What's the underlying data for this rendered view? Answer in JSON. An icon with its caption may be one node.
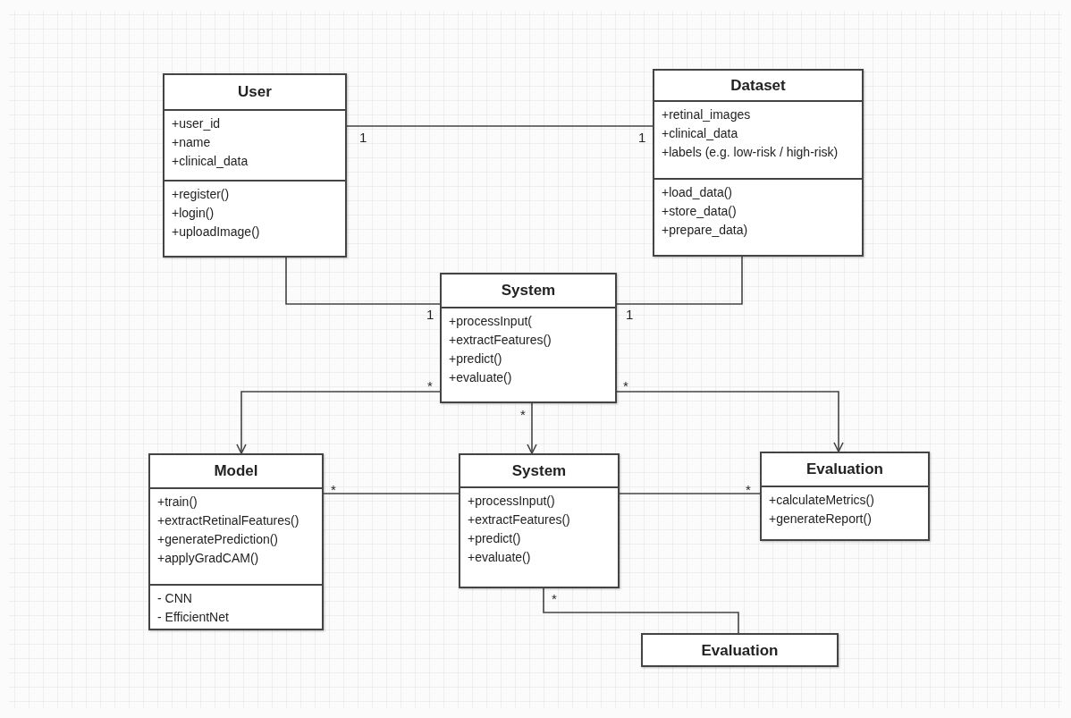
{
  "diagram": {
    "nodes": [
      {
        "text": [
          "User"
        ]
      },
      {
        "text": [
          "+user_id",
          "+name",
          "+clinical_data"
        ],
        "in": 0
      },
      {
        "text": [
          "+register()",
          "+login()",
          "+uploadImage()"
        ],
        "in": 0
      },
      {
        "text": [
          "Dataset"
        ]
      },
      {
        "text": [
          "+retinal_images",
          "+clinical_data",
          "+labels (e.g. low-risk / high-risk)"
        ],
        "in": 3
      },
      {
        "text": [
          "+load_data()",
          "+store_data()",
          "+prepare_data)"
        ],
        "in": 3
      },
      {
        "text": [
          "System"
        ]
      },
      {
        "text": [
          "+processInput(",
          "+extractFeatures()",
          "+predict()",
          "+evaluate()"
        ],
        "in": 6
      },
      {
        "text": [
          "Model"
        ]
      },
      {
        "text": [
          "+train()",
          "+extractRetinalFeatures()",
          "+generatePrediction()",
          "+applyGradCAM()"
        ],
        "in": 8
      },
      {
        "text": [
          "- CNN",
          "- EfficientNet"
        ],
        "in": 8
      },
      {
        "text": [
          "System"
        ]
      },
      {
        "text": [
          "+processInput()",
          "+extractFeatures()",
          "+predict()",
          "+evaluate()"
        ],
        "in": 11
      },
      {
        "text": [
          "Evaluation"
        ]
      },
      {
        "text": [
          "+calculateMetrics()",
          "+generateReport()"
        ],
        "in": 13
      },
      {
        "text": [
          "Evaluation"
        ]
      }
    ],
    "edges": [
      {
        "from": 0,
        "to": 3,
        "arrow": "none"
      },
      {
        "from": 0,
        "to": 6,
        "arrow": "none"
      },
      {
        "from": 3,
        "to": 6,
        "arrow": "none"
      },
      {
        "from": 6,
        "to": 8,
        "arrow": "to"
      },
      {
        "from": 6,
        "to": 11,
        "arrow": "to"
      },
      {
        "from": 6,
        "to": 13,
        "arrow": "to"
      },
      {
        "from": 8,
        "to": 11,
        "arrow": "none"
      },
      {
        "from": 11,
        "to": 13,
        "arrow": "none"
      },
      {
        "from": 11,
        "to": 15,
        "arrow": "none"
      }
    ],
    "labels": [
      "1",
      "1",
      "1",
      "1",
      "*",
      "*",
      "*",
      "*",
      "*",
      "*"
    ]
  }
}
